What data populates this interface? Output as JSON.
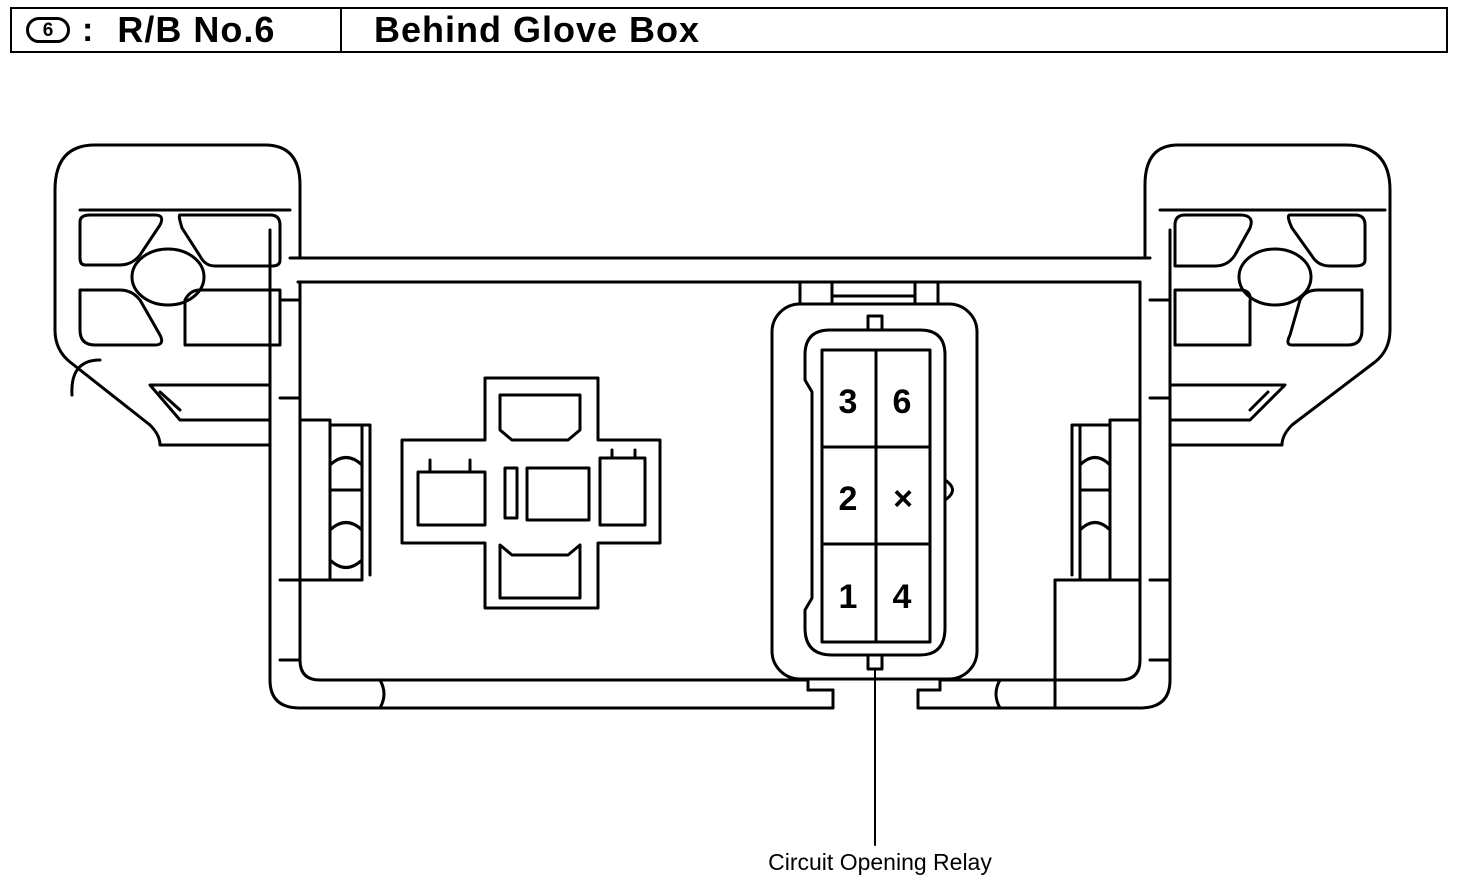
{
  "header": {
    "badge": "6",
    "separator": ":",
    "block_name": "R/B No.6",
    "location": "Behind Glove Box"
  },
  "relay": {
    "pins": [
      "3",
      "6",
      "2",
      "×",
      "1",
      "4"
    ],
    "callout": "Circuit Opening Relay"
  }
}
